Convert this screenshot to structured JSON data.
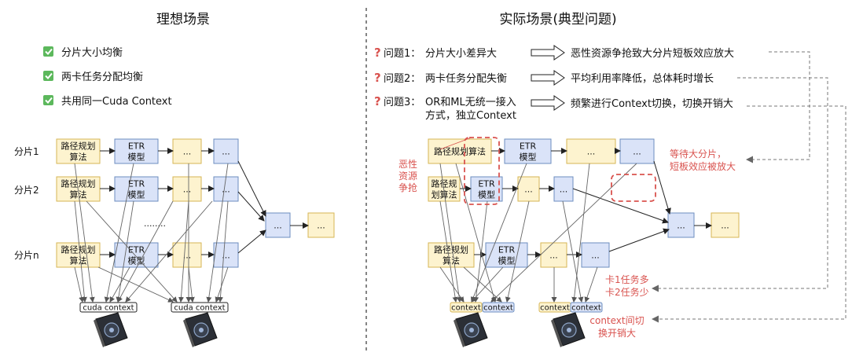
{
  "left": {
    "title": "理想场景",
    "checks": [
      "分片大小均衡",
      "两卡任务分配均衡",
      "共用同一Cuda Context"
    ],
    "shards": [
      "分片1",
      "分片2",
      "分片n"
    ],
    "node_path": [
      "路径规划",
      "算法"
    ],
    "node_etr": [
      "ETR",
      "模型"
    ],
    "ellipsis": "...",
    "dots": "........",
    "contexts": [
      "cuda context",
      "cuda context"
    ]
  },
  "right": {
    "title": "实际场景(典型问题)",
    "problems": [
      {
        "label": "问题1：",
        "desc": [
          "分片大小差异大"
        ],
        "effect": "恶性资源争抢致大分片短板效应放大"
      },
      {
        "label": "问题2：",
        "desc": [
          "两卡任务分配失衡"
        ],
        "effect": "平均利用率降低，总体耗时增长"
      },
      {
        "label": "问题3：",
        "desc": [
          "OR和ML无统一接入",
          "方式，独立Context"
        ],
        "effect": "频繁进行Context切换，切换开销大"
      }
    ],
    "node_path_wide": [
      "路径规划算法"
    ],
    "node_path_split": [
      "路径规",
      "划算法"
    ],
    "node_etr": [
      "ETR",
      "模型"
    ],
    "ellipsis": "...",
    "annotation_contention": [
      "恶性",
      "资源",
      "争抢"
    ],
    "annotation_wait": [
      "等待大分片，",
      "短板效应被放大"
    ],
    "annotation_card": [
      "卡1任务多",
      "卡2任务少"
    ],
    "annotation_switch": [
      "context间切",
      "换开销大"
    ],
    "contexts": [
      "context",
      "context",
      "context",
      "context"
    ]
  },
  "colors": {
    "yellow_fill": "#fdf3cf",
    "yellow_stroke": "#d6b656",
    "blue_fill": "#dae3f8",
    "blue_stroke": "#6c8ebf",
    "red_annot": "#d9534f",
    "check_green": "#4caf50",
    "question_red": "#d9534f"
  }
}
